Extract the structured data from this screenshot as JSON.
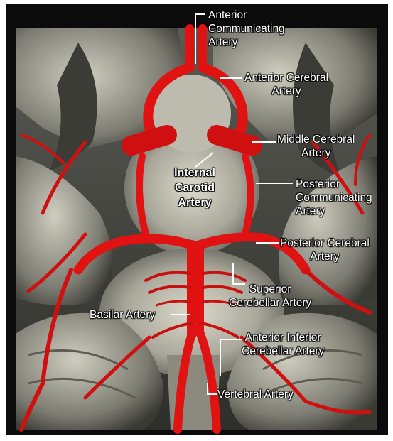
{
  "labels": {
    "anterior_communicating": [
      "Anterior",
      "Communicating",
      "Artery"
    ],
    "anterior_cerebral": [
      "Anterior Cerebral",
      "Artery"
    ],
    "middle_cerebral": [
      "Middle Cerebral",
      "Artery"
    ],
    "internal_carotid": [
      "Internal",
      "Carotid",
      "Artery"
    ],
    "posterior_communicating": [
      "Posterior",
      "Communicating",
      "Artery"
    ],
    "posterior_cerebral": [
      "Posterior Cerebral",
      "Artery"
    ],
    "superior_cerebellar": [
      "Superior",
      "Cerebellar Artery"
    ],
    "basilar": [
      "Basilar Artery"
    ],
    "anterior_inferior_cerebellar": [
      "Anterior Inferior",
      "Cerebellar Artery"
    ],
    "vertebral": [
      "Vertebral Artery"
    ]
  },
  "colors": {
    "artery": "#e01212",
    "artery_dark": "#9a0a0a",
    "tissue_light": "#d8d6c8",
    "tissue_dark": "#4a4a44",
    "background": "#0b0b0b"
  }
}
